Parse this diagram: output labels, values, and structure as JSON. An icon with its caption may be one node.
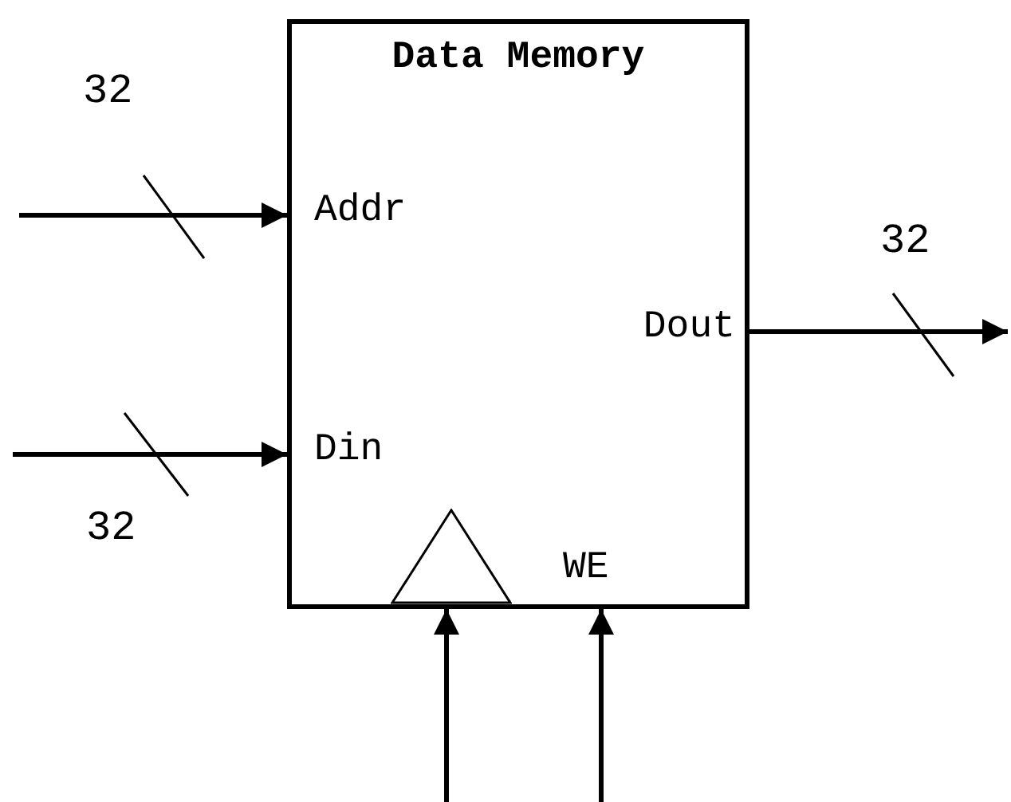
{
  "diagram": {
    "nodes": [
      {
        "text": [
          "Data Memory",
          "Addr",
          "Din",
          "Dout",
          "WE"
        ]
      },
      {
        "text": [],
        "shape": "triangle",
        "in": 0
      }
    ],
    "edges": [
      {
        "from": null,
        "to": 0,
        "arrow": "to"
      },
      {
        "from": null,
        "to": 0,
        "arrow": "to"
      },
      {
        "from": 0,
        "to": null,
        "arrow": "to"
      },
      {
        "from": null,
        "to": 1,
        "arrow": "to"
      },
      {
        "from": null,
        "to": 0,
        "arrow": "to"
      }
    ],
    "labels": [
      "32",
      "32",
      "32"
    ]
  }
}
